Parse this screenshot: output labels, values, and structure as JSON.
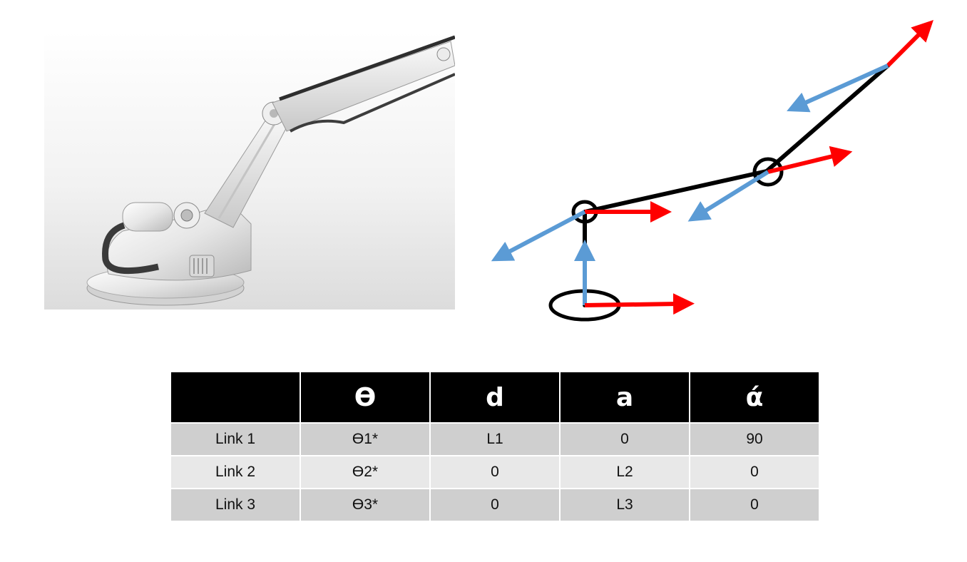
{
  "table": {
    "headers": [
      "",
      "Ө",
      "d",
      "a",
      "ά"
    ],
    "rows": [
      [
        "Link 1",
        "Ө1*",
        "L1",
        "0",
        "90"
      ],
      [
        "Link 2",
        "Ө2*",
        "0",
        "L2",
        "0"
      ],
      [
        "Link 3",
        "Ө3*",
        "0",
        "L3",
        "0"
      ]
    ]
  },
  "colors": {
    "x_axis": "#ff0000",
    "z_axis": "#5b9bd5",
    "link": "#000000",
    "header_bg": "#000000",
    "row_odd": "#cfcfcf",
    "row_even": "#e8e8e8"
  }
}
